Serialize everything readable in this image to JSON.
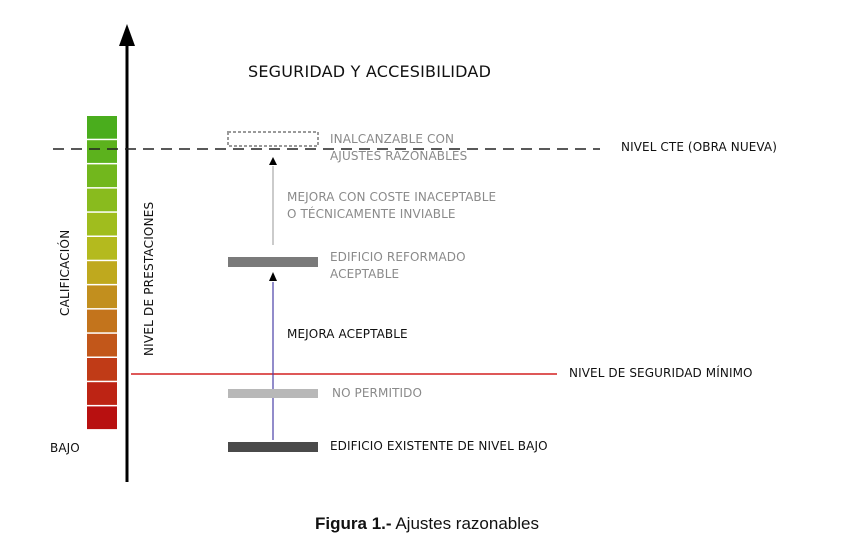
{
  "diagram": {
    "title": "SEGURIDAD Y ACCESIBILIDAD",
    "axis_label": "NIVEL DE PRESTACIONES",
    "scale_label": "CALIFICACIÓN",
    "scale_bottom_label": "BAJO",
    "levels": {
      "cte": "NIVEL CTE (OBRA NUEVA)",
      "minimum": "NIVEL DE SEGURIDAD MÍNIMO"
    },
    "states": {
      "unreachable_line1": "INALCANZABLE CON",
      "unreachable_line2": "AJUSTES RAZONABLES",
      "unacceptable_line1": "MEJORA CON COSTE INACEPTABLE",
      "unacceptable_line2": "O TÉCNICAMENTE INVIABLE",
      "reformed_line1": "EDIFICIO REFORMADO",
      "reformed_line2": "ACEPTABLE",
      "acceptable_improvement": "MEJORA ACEPTABLE",
      "not_allowed": "NO PERMITIDO",
      "existing": "EDIFICIO EXISTENTE DE NIVEL BAJO"
    },
    "scale_colors": [
      "#4aad1d",
      "#5cb21d",
      "#72b71d",
      "#89bb1e",
      "#a0bd1e",
      "#b4ba1e",
      "#bfa91e",
      "#c28f1e",
      "#c3741c",
      "#c2571a",
      "#c03b17",
      "#bd2414",
      "#b81010"
    ],
    "colors": {
      "minimum_line": "#d42020",
      "improvement_arrow": "#4a3fa8",
      "unacceptable_arrow": "#b5b5b5"
    }
  },
  "caption": {
    "bold": "Figura 1.-",
    "text": " Ajustes razonables"
  }
}
